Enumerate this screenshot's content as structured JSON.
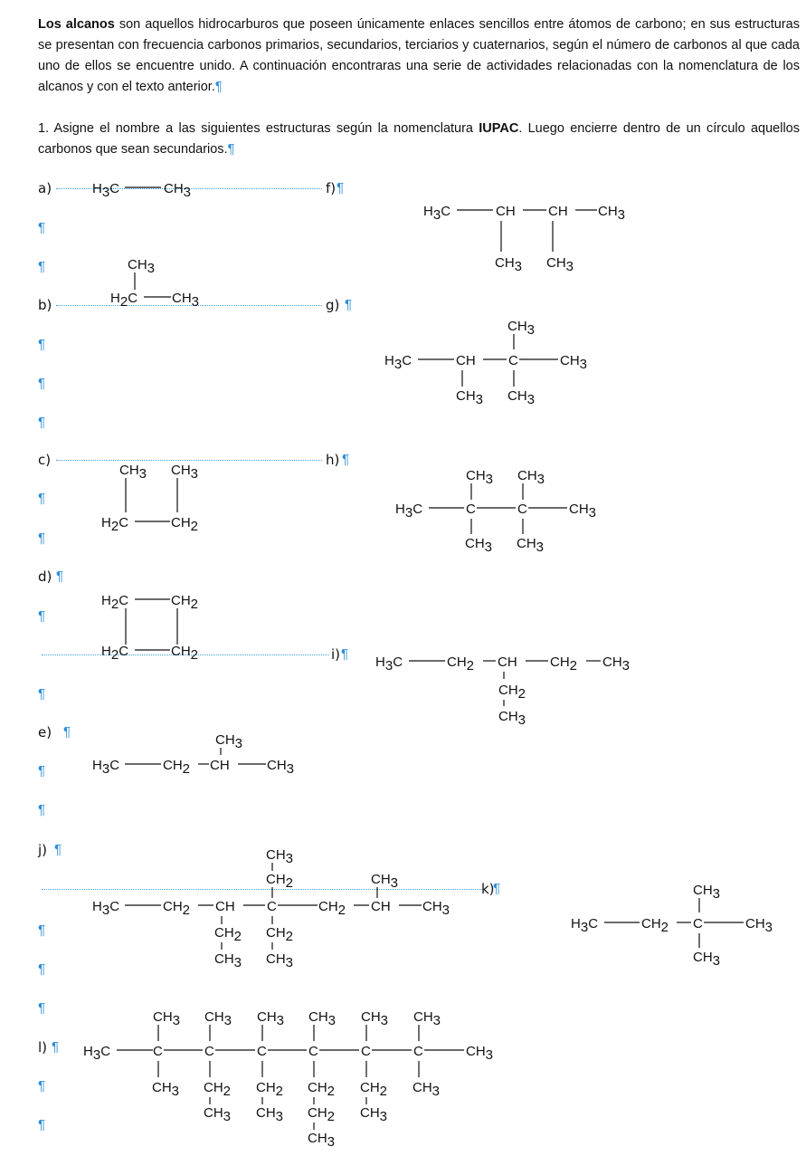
{
  "intro": {
    "bold_lead": "Los alcanos",
    "text": " son aquellos hidrocarburos que poseen únicamente enlaces sencillos entre átomos de carbono; en sus estructuras se presentan con frecuencia carbonos primarios, secundarios, terciarios y cuaternarios, según el número de carbonos al que cada uno de ellos se encuentre unido.  A continuación encontraras una serie de actividades relacionadas con la nomenclatura de los alcanos y con el texto anterior.",
    "mark": "¶"
  },
  "question1": {
    "prefix": "1.  Asigne el nombre a las siguientes estructuras según la nomenclatura ",
    "bold_word": "IUPAC",
    "suffix": ".  Luego encierre dentro de un círculo aquellos carbonos que sean secundarios.",
    "mark": "¶"
  },
  "labels": {
    "a": "a)",
    "b": "b)",
    "c": "c)",
    "d": "d)",
    "e": "e)",
    "f": "f)",
    "g": "g)",
    "h": "h)",
    "i": "i)",
    "j": "j)",
    "k": "k)",
    "l": "l)"
  },
  "pilcrow": "¶",
  "chem": {
    "H3C": "H3C",
    "CH3": "CH3",
    "CH2": "CH2",
    "H2C": "H2C",
    "CH": "CH",
    "C": "C"
  }
}
